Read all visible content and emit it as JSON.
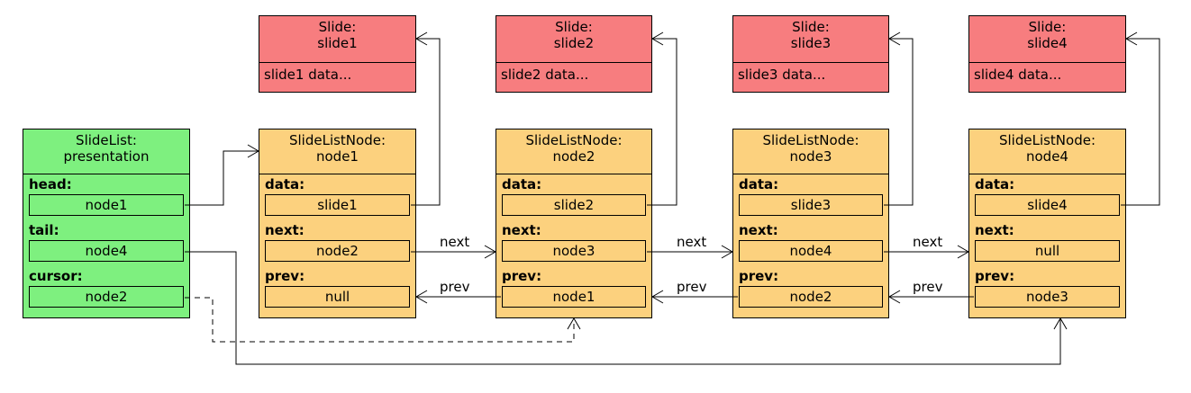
{
  "slides": [
    {
      "title1": "Slide:",
      "title2": "slide1",
      "data": "slide1 data..."
    },
    {
      "title1": "Slide:",
      "title2": "slide2",
      "data": "slide2 data..."
    },
    {
      "title1": "Slide:",
      "title2": "slide3",
      "data": "slide3 data..."
    },
    {
      "title1": "Slide:",
      "title2": "slide4",
      "data": "slide4 data..."
    }
  ],
  "list": {
    "title1": "SlideList:",
    "title2": "presentation",
    "head_label": "head:",
    "head_value": "node1",
    "tail_label": "tail:",
    "tail_value": "node4",
    "cursor_label": "cursor:",
    "cursor_value": "node2"
  },
  "nodes": [
    {
      "title1": "SlideListNode:",
      "title2": "node1",
      "data_label": "data:",
      "data": "slide1",
      "next_label": "next:",
      "next": "node2",
      "prev_label": "prev:",
      "prev": "null"
    },
    {
      "title1": "SlideListNode:",
      "title2": "node2",
      "data_label": "data:",
      "data": "slide2",
      "next_label": "next:",
      "next": "node3",
      "prev_label": "prev:",
      "prev": "node1"
    },
    {
      "title1": "SlideListNode:",
      "title2": "node3",
      "data_label": "data:",
      "data": "slide3",
      "next_label": "next:",
      "next": "node4",
      "prev_label": "prev:",
      "prev": "node2"
    },
    {
      "title1": "SlideListNode:",
      "title2": "node4",
      "data_label": "data:",
      "data": "slide4",
      "next_label": "next:",
      "next": "null",
      "prev_label": "prev:",
      "prev": "node3"
    }
  ],
  "edges": {
    "next_label": "next",
    "prev_label": "prev"
  },
  "colors": {
    "slide_fill": "#f77d7f",
    "node_fill": "#fcd17e",
    "list_fill": "#7ef07f"
  }
}
